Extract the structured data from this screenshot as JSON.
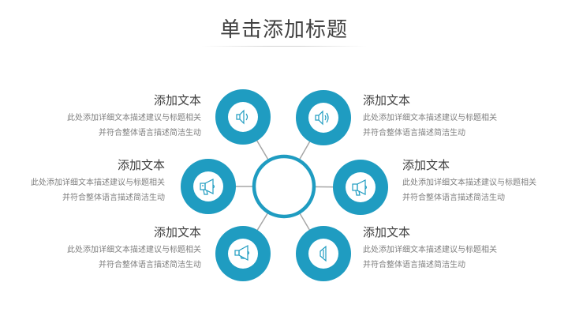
{
  "title": "单击添加标题",
  "colors": {
    "accent": "#1f9cc1",
    "connector": "#a6a6a6",
    "heading_text": "#404040",
    "body_text": "#7f7f7f"
  },
  "center_node": {
    "shape": "ring",
    "label": ""
  },
  "nodes": [
    {
      "id": "top-left",
      "icon": "speaker-low-volume-icon",
      "heading": "添加文本",
      "line1": "此处添加详细文本描述建议与标题相关",
      "line2": "并符合整体语言描述简洁生动"
    },
    {
      "id": "top-right",
      "icon": "speaker-high-volume-icon",
      "heading": "添加文本",
      "line1": "此处添加详细文本描述建议与标题相关",
      "line2": "并符合整体语言描述简洁生动"
    },
    {
      "id": "middle-left",
      "icon": "megaphone-icon",
      "heading": "添加文本",
      "line1": "此处添加详细文本描述建议与标题相关",
      "line2": "并符合整体语言描述简洁生动"
    },
    {
      "id": "middle-right",
      "icon": "megaphone-icon",
      "heading": "添加文本",
      "line1": "此处添加详细文本描述建议与标题相关",
      "line2": "并符合整体语言描述简洁生动"
    },
    {
      "id": "bottom-left",
      "icon": "megaphone-icon",
      "heading": "添加文本",
      "line1": "此处添加详细文本描述建议与标题相关",
      "line2": "并符合整体语言描述简洁生动"
    },
    {
      "id": "bottom-right",
      "icon": "speaker-mute-icon",
      "heading": "添加文本",
      "line1": "此处添加详细文本描述建议与标题相关",
      "line2": "并符合整体语言描述简洁生动"
    }
  ]
}
